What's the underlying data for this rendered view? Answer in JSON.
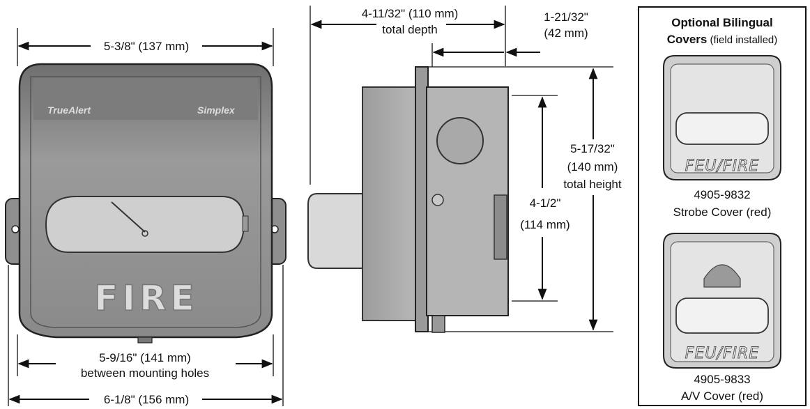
{
  "front_view": {
    "top_width": "5-3/8\" (137 mm)",
    "mount_holes_line1": "5-9/16\" (141 mm)",
    "mount_holes_line2": "between mounting holes",
    "overall_width": "6-1/8\" (156 mm)",
    "device_label": "FIRE",
    "brand_left": "TrueAlert",
    "brand_right": "Simplex"
  },
  "side_view": {
    "depth_line1": "4-11/32\" (110 mm)",
    "depth_line2": "total depth",
    "offset_line1": "1-21/32\"",
    "offset_line2": "(42 mm)",
    "height_line1": "5-17/32\"",
    "height_line2": "(140 mm)",
    "height_line3": "total height",
    "box_line1": "4-1/2\"",
    "box_line2": "(114 mm)"
  },
  "covers_panel": {
    "title_line1": "Optional Bilingual",
    "title_bold": "Covers",
    "title_rest": " (field installed)",
    "cover1_label": "FEU/FIRE",
    "cover1_part": "4905-9832",
    "cover1_desc": "Strobe Cover (red)",
    "cover2_label": "FEU/FIRE",
    "cover2_part": "4905-9833",
    "cover2_desc": "A/V Cover (red)"
  }
}
